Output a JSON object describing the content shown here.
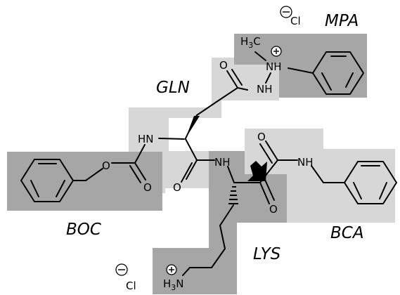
{
  "regions": {
    "mpa": {
      "label": "MPA",
      "color": "#a6a6a6"
    },
    "gln": {
      "label": "GLN",
      "color": "#d7d7d7"
    },
    "boc": {
      "label": "BOC",
      "color": "#a6a6a6"
    },
    "lys": {
      "label": "LYS",
      "color": "#a6a6a6"
    },
    "bca": {
      "label": "BCA",
      "color": "#d7d7d7"
    }
  },
  "atoms": {
    "methyl_h": "H",
    "methyl_sub": "3",
    "methyl_c": "C",
    "nh_cation": "NH",
    "gln_carbonyl_o": "O",
    "gln_side_nh": "NH",
    "gln_hn": "HN",
    "gln_backbone_o": "O",
    "boc_ring_o": "O",
    "boc_carbonyl_o": "O",
    "lys_nh": "NH",
    "bca_carbonyl_o": "O",
    "bca_nh": "NH",
    "lys_carbonyl_o": "O",
    "amine_h": "H",
    "amine_sub": "3",
    "amine_n": "N"
  },
  "counterions": {
    "top": {
      "symbol": "Cl",
      "charge": "−"
    },
    "bottom": {
      "symbol": "Cl",
      "charge": "−"
    }
  },
  "cleavage_marker": {
    "icon": "cleavage-arrow-icon"
  }
}
